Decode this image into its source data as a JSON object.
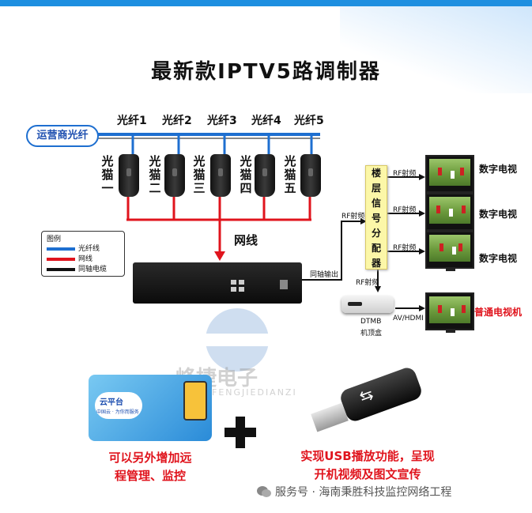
{
  "title": "最新款IPTV5路调制器",
  "operator_fiber": "运营商光纤",
  "fibers": [
    "光纤1",
    "光纤2",
    "光纤3",
    "光纤4",
    "光纤5"
  ],
  "modems": [
    "光猫一",
    "光猫二",
    "光猫三",
    "光猫四",
    "光猫五"
  ],
  "ethernet_label": "网线",
  "legend": {
    "title": "图例",
    "items": [
      {
        "label": "光纤线",
        "color": "#1e6fd0"
      },
      {
        "label": "网线",
        "color": "#e0141d"
      },
      {
        "label": "同轴电缆",
        "color": "#111111"
      }
    ]
  },
  "coax_out": "同轴输出",
  "rf_label": "RF射频",
  "splitter": [
    "楼",
    "层",
    "信",
    "号",
    "分",
    "配",
    "器"
  ],
  "digital_tv": "数字电视",
  "regular_tv": "普通电视机",
  "stb_label": [
    "DTMB",
    "机顶盒"
  ],
  "av_hdmi": "AV/HDMI",
  "cloud_title": "云平台",
  "cloud_sub": "中国云 · 为你而服务",
  "remote_text": [
    "可以另外增加远",
    "程管理、监控"
  ],
  "usb_text": [
    "实现USB播放功能，呈现",
    "开机视频及图文宣传"
  ],
  "watermark": "峰捷电子",
  "watermark_sub": "FENGJIEDIANZI",
  "footer": "服务号 · 海南秉胜科技监控网络工程",
  "colors": {
    "fiber": "#1e6fd0",
    "ethernet": "#e0141d",
    "coax": "#111111",
    "accent_red": "#e0141d"
  }
}
